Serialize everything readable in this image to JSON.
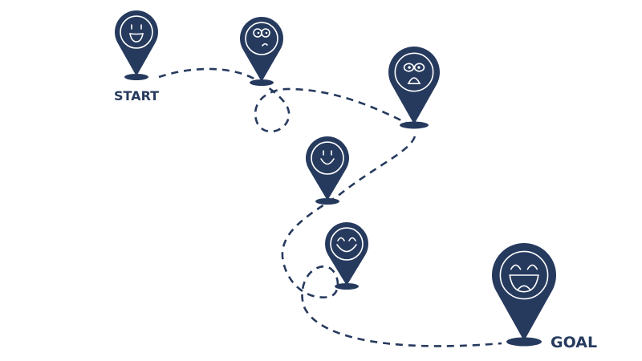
{
  "colors": {
    "primary": "#263a5e",
    "face": "#ffffff"
  },
  "labels": {
    "start": "START",
    "goal": "GOAL"
  },
  "pins": [
    {
      "name": "start-pin",
      "face": "grin"
    },
    {
      "name": "pin-2",
      "face": "confused"
    },
    {
      "name": "pin-3",
      "face": "shocked"
    },
    {
      "name": "pin-4",
      "face": "smile"
    },
    {
      "name": "pin-5",
      "face": "happy"
    },
    {
      "name": "goal-pin",
      "face": "laugh"
    }
  ]
}
